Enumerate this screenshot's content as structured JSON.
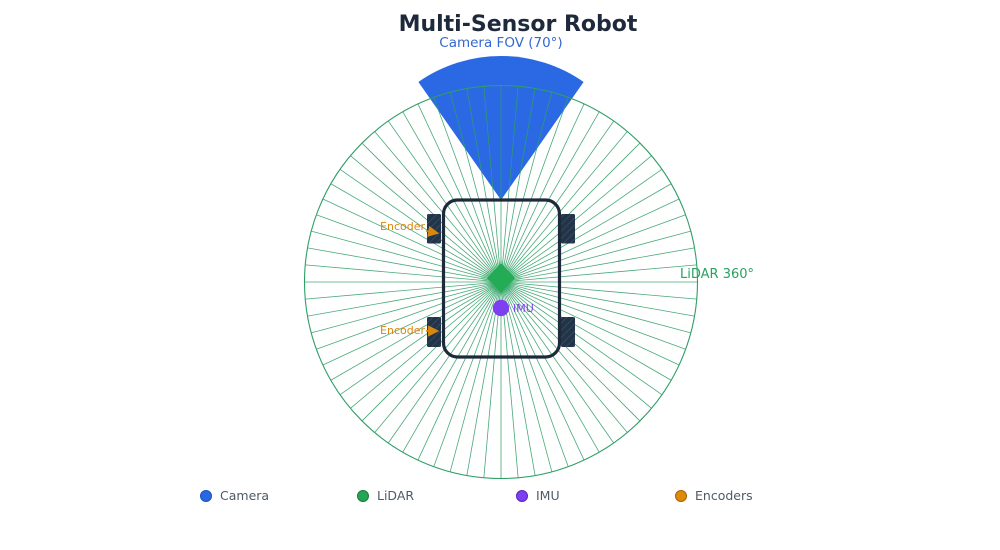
{
  "title": "Multi-Sensor Robot",
  "subtitle": "Camera FOV (70°)",
  "colors": {
    "camera_fill": "#2a69e3",
    "lidar_line": "#2f9e66",
    "lidar_label": "#26a35f",
    "lidar_sensor": "#23ac55",
    "lidar_sensor_glow": "#2fb45e",
    "imu": "#7e3ff0",
    "encoder": "#d9880e",
    "title_text": "#1e2a3b",
    "subtitle_text": "#3468cf",
    "legend_text": "#4e5a68",
    "body_stroke": "#1d2a3a",
    "wheel_fill": "#223448"
  },
  "diagram": {
    "lidar_label": "LiDAR 360°",
    "imu_label": "IMU",
    "encoder_label_top": "Encoder",
    "encoder_label_bottom": "Encoder",
    "lidar_ray_count": 72,
    "camera_fov_degrees": 70
  },
  "legend": {
    "items": [
      {
        "name": "camera",
        "label": "Camera",
        "color": "#2968e4",
        "border": "#1d4fc0"
      },
      {
        "name": "lidar",
        "label": "LiDAR",
        "color": "#24a553",
        "border": "#157a39"
      },
      {
        "name": "imu",
        "label": "IMU",
        "color": "#7e3ff0",
        "border": "#5a22c4"
      },
      {
        "name": "encoders",
        "label": "Encoders",
        "color": "#e08a0c",
        "border": "#a36306"
      }
    ]
  }
}
